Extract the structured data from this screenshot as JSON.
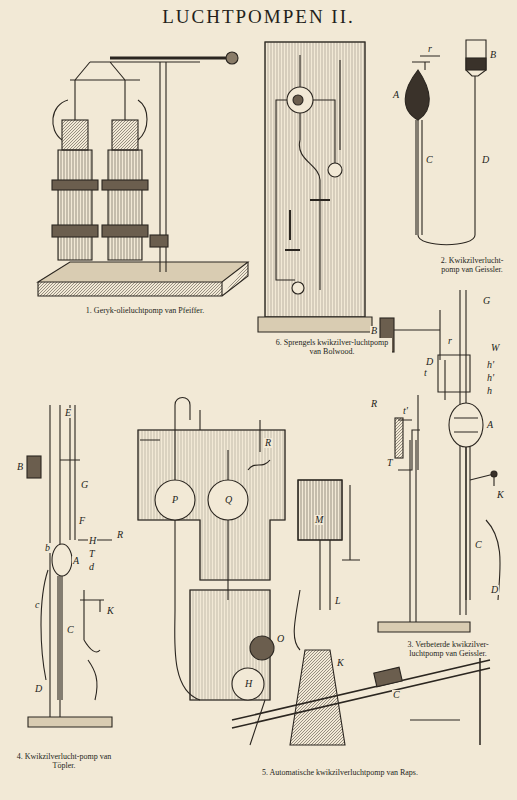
{
  "diagram": {
    "title": "LUCHTPOMPEN II.",
    "labels": [
      "1. Geryk-olieluchtpomp van Pfeiffer.",
      "6. Sprengels kwikzilver-luchtpomp van Bolwood.",
      "2. Kwikzilverlucht-pomp van Geissler.",
      "r",
      "B",
      "A",
      "C",
      "D",
      "G",
      "B",
      "r",
      "W",
      "D",
      "t",
      "h'",
      "h'",
      "h",
      "R",
      "t'",
      "T",
      "A",
      "K",
      "C",
      "D",
      "3. Verbeterde kwikzilver-luchtpomp van Geissler.",
      "E",
      "B",
      "G",
      "F",
      "H",
      "R",
      "T",
      "d",
      "b",
      "A",
      "c",
      "C",
      "K",
      "D",
      "4. Kwikzilverlucht-pomp van Töpler.",
      "P",
      "Q",
      "R",
      "M",
      "L",
      "O",
      "K",
      "H",
      "C",
      "5. Automatische kwikzilverluchtpomp van Raps."
    ]
  }
}
